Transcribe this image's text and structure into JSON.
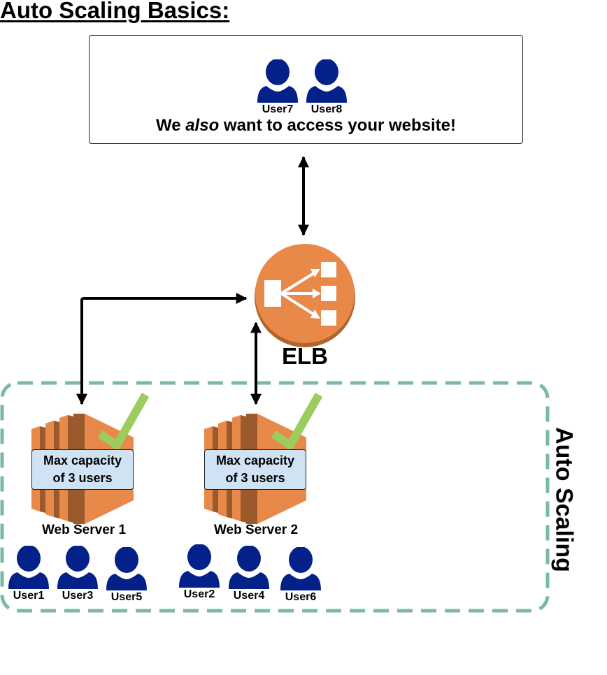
{
  "title": "Auto Scaling Basics:",
  "top_box": {
    "caption_before": "We ",
    "caption_emphasis": "also",
    "caption_after": " want to access your website!",
    "users": [
      {
        "label": "User7",
        "icon": "user-icon"
      },
      {
        "label": "User8",
        "icon": "user-icon"
      }
    ]
  },
  "load_balancer": {
    "label": "ELB",
    "icon": "elastic-load-balancer-icon",
    "color": "#e8894a"
  },
  "auto_scaling_group": {
    "label": "Auto Scaling",
    "border_color": "#7ab8a8"
  },
  "servers": [
    {
      "label": "Web Server 1",
      "capacity_line1": "Max capacity",
      "capacity_line2": "of 3 users",
      "status_icon": "checkmark-icon",
      "users": [
        {
          "label": "User1"
        },
        {
          "label": "User3"
        },
        {
          "label": "User5"
        }
      ]
    },
    {
      "label": "Web Server 2",
      "capacity_line1": "Max capacity",
      "capacity_line2": "of 3 users",
      "status_icon": "checkmark-icon",
      "users": [
        {
          "label": "User2"
        },
        {
          "label": "User4"
        },
        {
          "label": "User6"
        }
      ]
    }
  ],
  "colors": {
    "user": "#04218a",
    "server_orange": "#e8894a",
    "server_dark": "#9a5a2c",
    "check_green": "#9ccc5e",
    "capacity_box": "#cfe3f5"
  }
}
